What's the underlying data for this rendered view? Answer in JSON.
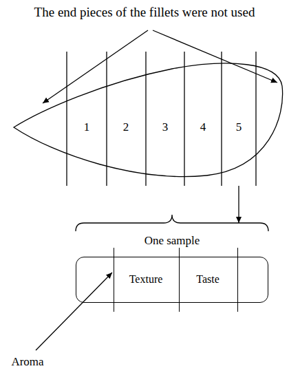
{
  "diagram": {
    "nodes": [
      {
        "text": [
          "1",
          "2",
          "3",
          "4",
          "5"
        ]
      },
      {
        "text": [
          "One sample",
          "Texture",
          "Taste"
        ]
      }
    ],
    "edges": [
      {
        "from": 0,
        "to": 1,
        "arrow": "to"
      }
    ],
    "labels": [
      "The end pieces of the fillets were not used",
      "Aroma"
    ]
  }
}
